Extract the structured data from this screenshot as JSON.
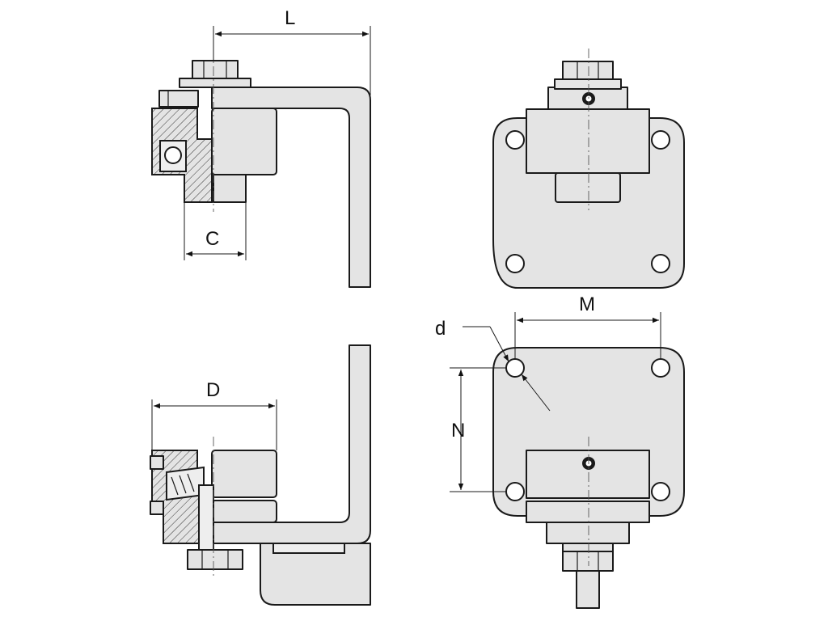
{
  "labels": {
    "L": "L",
    "C": "C",
    "D": "D",
    "M": "M",
    "d": "d",
    "N": "N"
  }
}
